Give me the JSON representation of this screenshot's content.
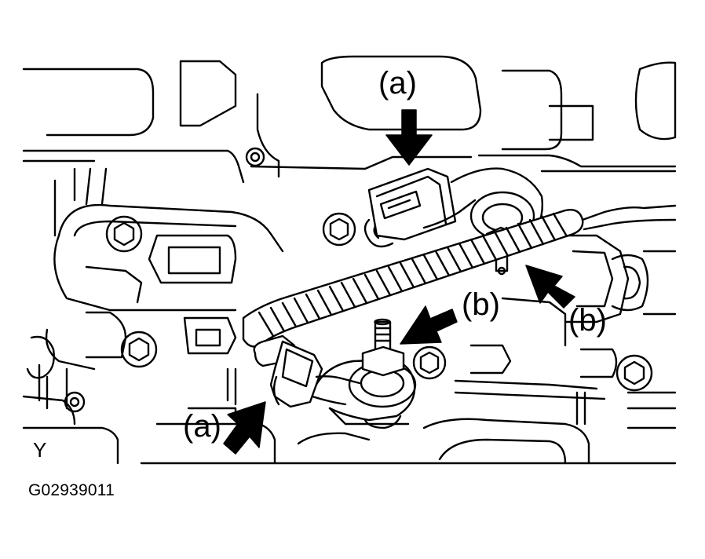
{
  "labels": {
    "a_top": "(a)",
    "a_bottom": "(a)",
    "b_center": "(b)",
    "b_right": "(b)",
    "view": "Y",
    "figure_id": "G02939011"
  },
  "colors": {
    "line": "#000000",
    "background": "#ffffff"
  }
}
